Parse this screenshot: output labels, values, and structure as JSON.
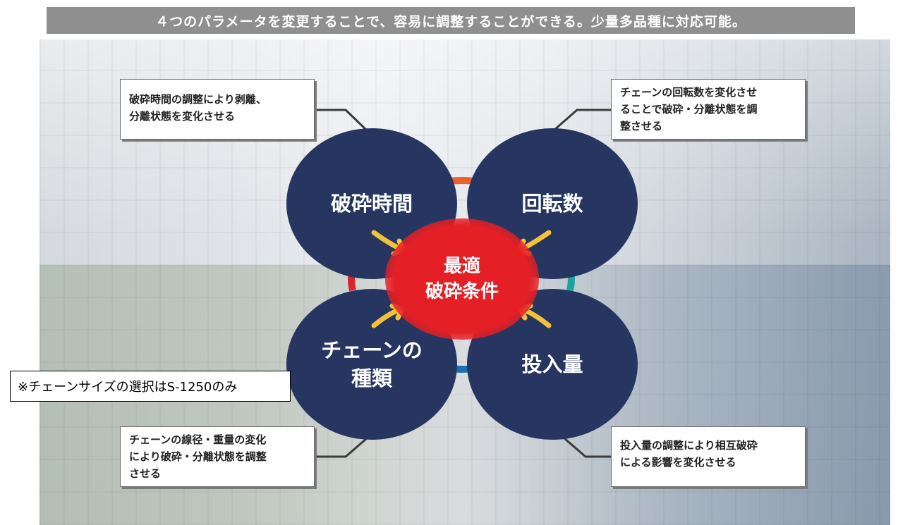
{
  "banner": {
    "text": "４つのパラメータを変更することで、容易に調整することができる。少量多品種に対応可能。"
  },
  "parameters": {
    "crush_time": "破砕時間",
    "rotation": "回転数",
    "chain_type": "チェーンの\n種類",
    "input_amount": "投入量"
  },
  "center": {
    "label": "最適\n破砕条件"
  },
  "callouts": {
    "crush_time": "破砕時間の調整により剥離、\n分離状態を変化させる",
    "rotation": "チェーンの回転数を変化させ\nることで破砕・分離状態を調\n整させる",
    "chain_type": "チェーンの線径・重量の変化\nにより破砕・分離状態を調整\nさせる",
    "input_amount": "投入量の調整により相互破砕\nによる影響を変化させる"
  },
  "note": {
    "text": "※チェーンサイズの選択はS-1250のみ"
  },
  "colors": {
    "circle": "#263660",
    "center": "#e51f26",
    "banner": "#8f8f8f",
    "ring_orange": "#e8622a",
    "ring_teal": "#1aa3a0",
    "ring_blue": "#1e6fb0",
    "ring_red": "#d9232e",
    "arrow": "#f2c23a"
  }
}
